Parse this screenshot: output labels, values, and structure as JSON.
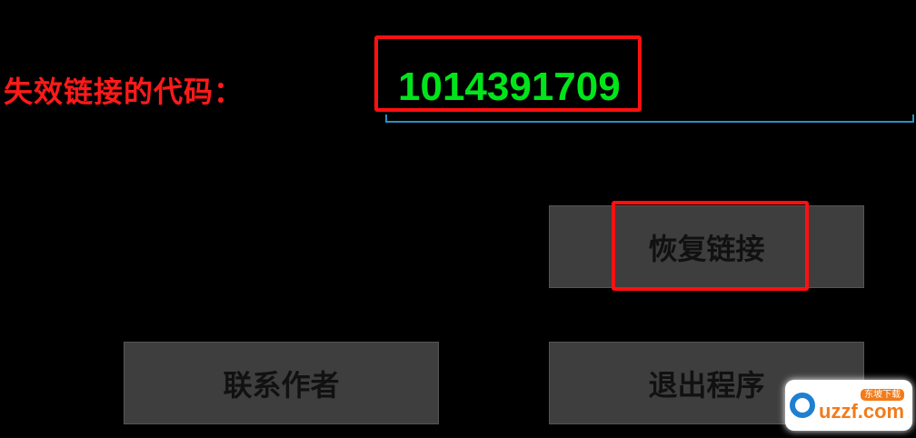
{
  "form": {
    "label": "失效链接的代码：",
    "code_value": "1014391709"
  },
  "buttons": {
    "restore": "恢复链接",
    "contact": "联系作者",
    "exit": "退出程序"
  },
  "watermark": {
    "text": "uzzf.com",
    "tag": "东坡下载"
  },
  "colors": {
    "label": "#ff1a1a",
    "code": "#00e51a",
    "highlight": "#ff1010",
    "button": "#3e3e3e"
  }
}
